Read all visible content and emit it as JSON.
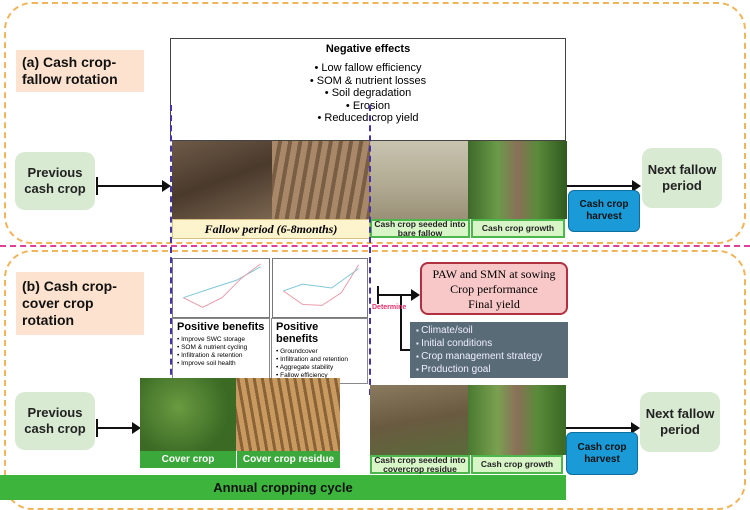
{
  "rotation_a": {
    "label": "(a) Cash crop-fallow rotation",
    "previous": "Previous cash crop",
    "negative_title": "Negative effects",
    "negative_items": [
      "Low fallow efficiency",
      "SOM & nutrient losses",
      "Soil degradation",
      "Erosion",
      "Reduced crop yield"
    ],
    "fallow_period": "Fallow period (6-8months)",
    "seeded": "Cash crop seeded into bare fallow",
    "growth": "Cash crop growth",
    "harvest": "Cash crop harvest",
    "next": "Next fallow period"
  },
  "rotation_b": {
    "label": "(b) Cash crop-cover crop rotation",
    "previous": "Previous cash crop",
    "benefits1": {
      "title": "Positive benefits",
      "items": [
        "Improve SWC storage",
        "SOM & nutrient cycling",
        "Infiltration & retention",
        "Improve soil health"
      ]
    },
    "benefits2": {
      "title": "Positive benefits",
      "items": [
        "Groundcover",
        "Infiltration and retention",
        "Aggregate stability",
        "Fallow efficiency"
      ]
    },
    "determine": "Determine",
    "outcomes": [
      "PAW and SMN at sowing",
      "Crop performance",
      "Final yield"
    ],
    "factors": [
      "Climate/soil",
      "Initial conditions",
      "Crop management strategy",
      "Production goal"
    ],
    "cover_crop": "Cover crop",
    "cover_residue": "Cover crop residue",
    "seeded": "Cash crop seeded into covercrop residue",
    "growth": "Cash crop growth",
    "harvest": "Cash crop harvest",
    "next": "Next fallow period"
  },
  "footer": "Annual cropping cycle",
  "colors": {
    "orange_dash": "#f0b45a",
    "pink_divider": "#e0409a",
    "harvest_blue": "#1a9ad6",
    "green": "#3db53d"
  }
}
